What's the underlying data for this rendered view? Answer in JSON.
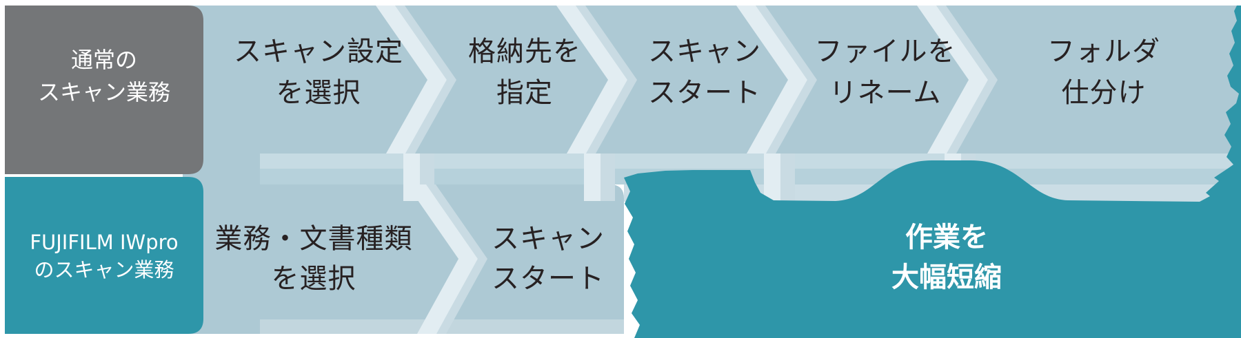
{
  "diagram": {
    "title_hint": "scan-workflow-comparison",
    "rows": {
      "normal": {
        "label": {
          "line1": "通常の",
          "line2": "スキャン業務"
        },
        "steps": [
          {
            "line1": "スキャン設定",
            "line2": "を選択"
          },
          {
            "line1": "格納先を",
            "line2": "指定"
          },
          {
            "line1": "スキャン",
            "line2": "スタート"
          },
          {
            "line1": "ファイルを",
            "line2": "リネーム"
          },
          {
            "line1": "フォルダ",
            "line2": "仕分け"
          }
        ]
      },
      "iwpro": {
        "label": {
          "line1": "FUJIFILM IWpro",
          "line2": "のスキャン業務"
        },
        "steps": [
          {
            "line1": "業務・文書種類",
            "line2": "を選択"
          },
          {
            "line1": "スキャン",
            "line2": "スタート"
          }
        ],
        "highlight": {
          "line1": "作業を",
          "line2": "大幅短縮"
        }
      }
    },
    "colors": {
      "normal_label_gray": "#747678",
      "iwpro_teal": "#2e96a9",
      "arrow_blue": "#adc9d4",
      "separator_bright": "#e2edf2",
      "separator_mid": "#c9dbe3",
      "gap_band_upper": "#c6dbe3",
      "gap_band_lower": "#b6d1db",
      "gap_band_halo": "#cbdde5",
      "step_text": "#272122",
      "label_text": "#ffffff"
    }
  }
}
